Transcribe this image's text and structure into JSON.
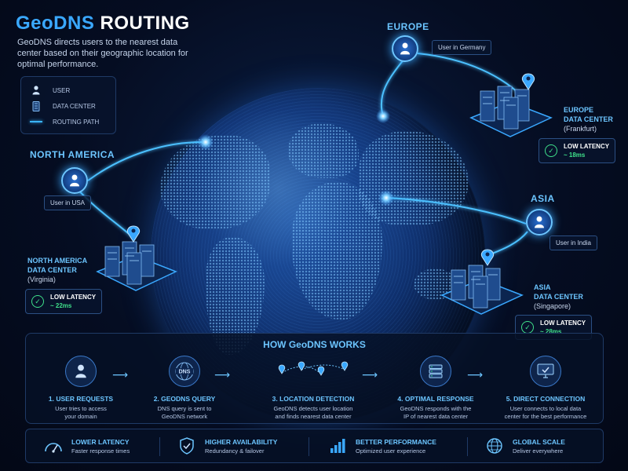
{
  "header": {
    "title_part1": "GeoDNS",
    "title_part2": "ROUTING",
    "subtitle": "GeoDNS directs users to the nearest data center based on their geographic location for optimal performance."
  },
  "legend": {
    "items": [
      {
        "label": "USER",
        "icon": "user-icon"
      },
      {
        "label": "DATA CENTER",
        "icon": "server-icon"
      },
      {
        "label": "ROUTING PATH",
        "icon": "routing-line-icon"
      }
    ]
  },
  "regions": {
    "europe": {
      "region_label": "EUROPE",
      "user_tag": "User in Germany",
      "dc_title_line1": "EUROPE",
      "dc_title_line2": "DATA CENTER",
      "dc_city": "(Frankfurt)",
      "latency_title": "LOW LATENCY",
      "latency_value": "~ 18ms"
    },
    "north_america": {
      "region_label": "NORTH AMERICA",
      "user_tag": "User in USA",
      "dc_title_line1": "NORTH AMERICA",
      "dc_title_line2": "DATA CENTER",
      "dc_city": "(Virginia)",
      "latency_title": "LOW LATENCY",
      "latency_value": "~ 22ms"
    },
    "asia": {
      "region_label": "ASIA",
      "user_tag": "User in India",
      "dc_title_line1": "ASIA",
      "dc_title_line2": "DATA CENTER",
      "dc_city": "(Singapore)",
      "latency_title": "LOW LATENCY",
      "latency_value": "~ 28ms"
    }
  },
  "how_it_works": {
    "title": "HOW GeoDNS WORKS",
    "dns_icon_text": "DNS",
    "steps": [
      {
        "name": "1. USER REQUESTS",
        "desc_line1": "User tries to access",
        "desc_line2": "your domain",
        "icon": "user-icon"
      },
      {
        "name": "2. GEODNS QUERY",
        "desc_line1": "DNS query is sent to",
        "desc_line2": "GeoDNS network",
        "icon": "dns-globe-icon"
      },
      {
        "name": "3. LOCATION DETECTION",
        "desc_line1": "GeoDNS detects user location",
        "desc_line2": "and finds nearest data center",
        "icon": "location-pins-icon"
      },
      {
        "name": "4. OPTIMAL RESPONSE",
        "desc_line1": "GeoDNS responds with the",
        "desc_line2": "IP of nearest data center",
        "icon": "server-stack-icon"
      },
      {
        "name": "5. DIRECT CONNECTION",
        "desc_line1": "User connects to local data",
        "desc_line2": "center for the best performance",
        "icon": "monitor-check-icon"
      }
    ]
  },
  "benefits": [
    {
      "title": "LOWER LATENCY",
      "desc": "Faster response times",
      "icon": "speedometer-icon"
    },
    {
      "title": "HIGHER AVAILABILITY",
      "desc": "Redundancy & failover",
      "icon": "shield-check-icon"
    },
    {
      "title": "BETTER PERFORMANCE",
      "desc": "Optimized user experience",
      "icon": "bar-chart-icon"
    },
    {
      "title": "GLOBAL SCALE",
      "desc": "Deliver everywhere",
      "icon": "globe-icon"
    }
  ],
  "colors": {
    "accent": "#3aa8ff",
    "latency_green": "#3fe08a",
    "background": "#050d22"
  }
}
